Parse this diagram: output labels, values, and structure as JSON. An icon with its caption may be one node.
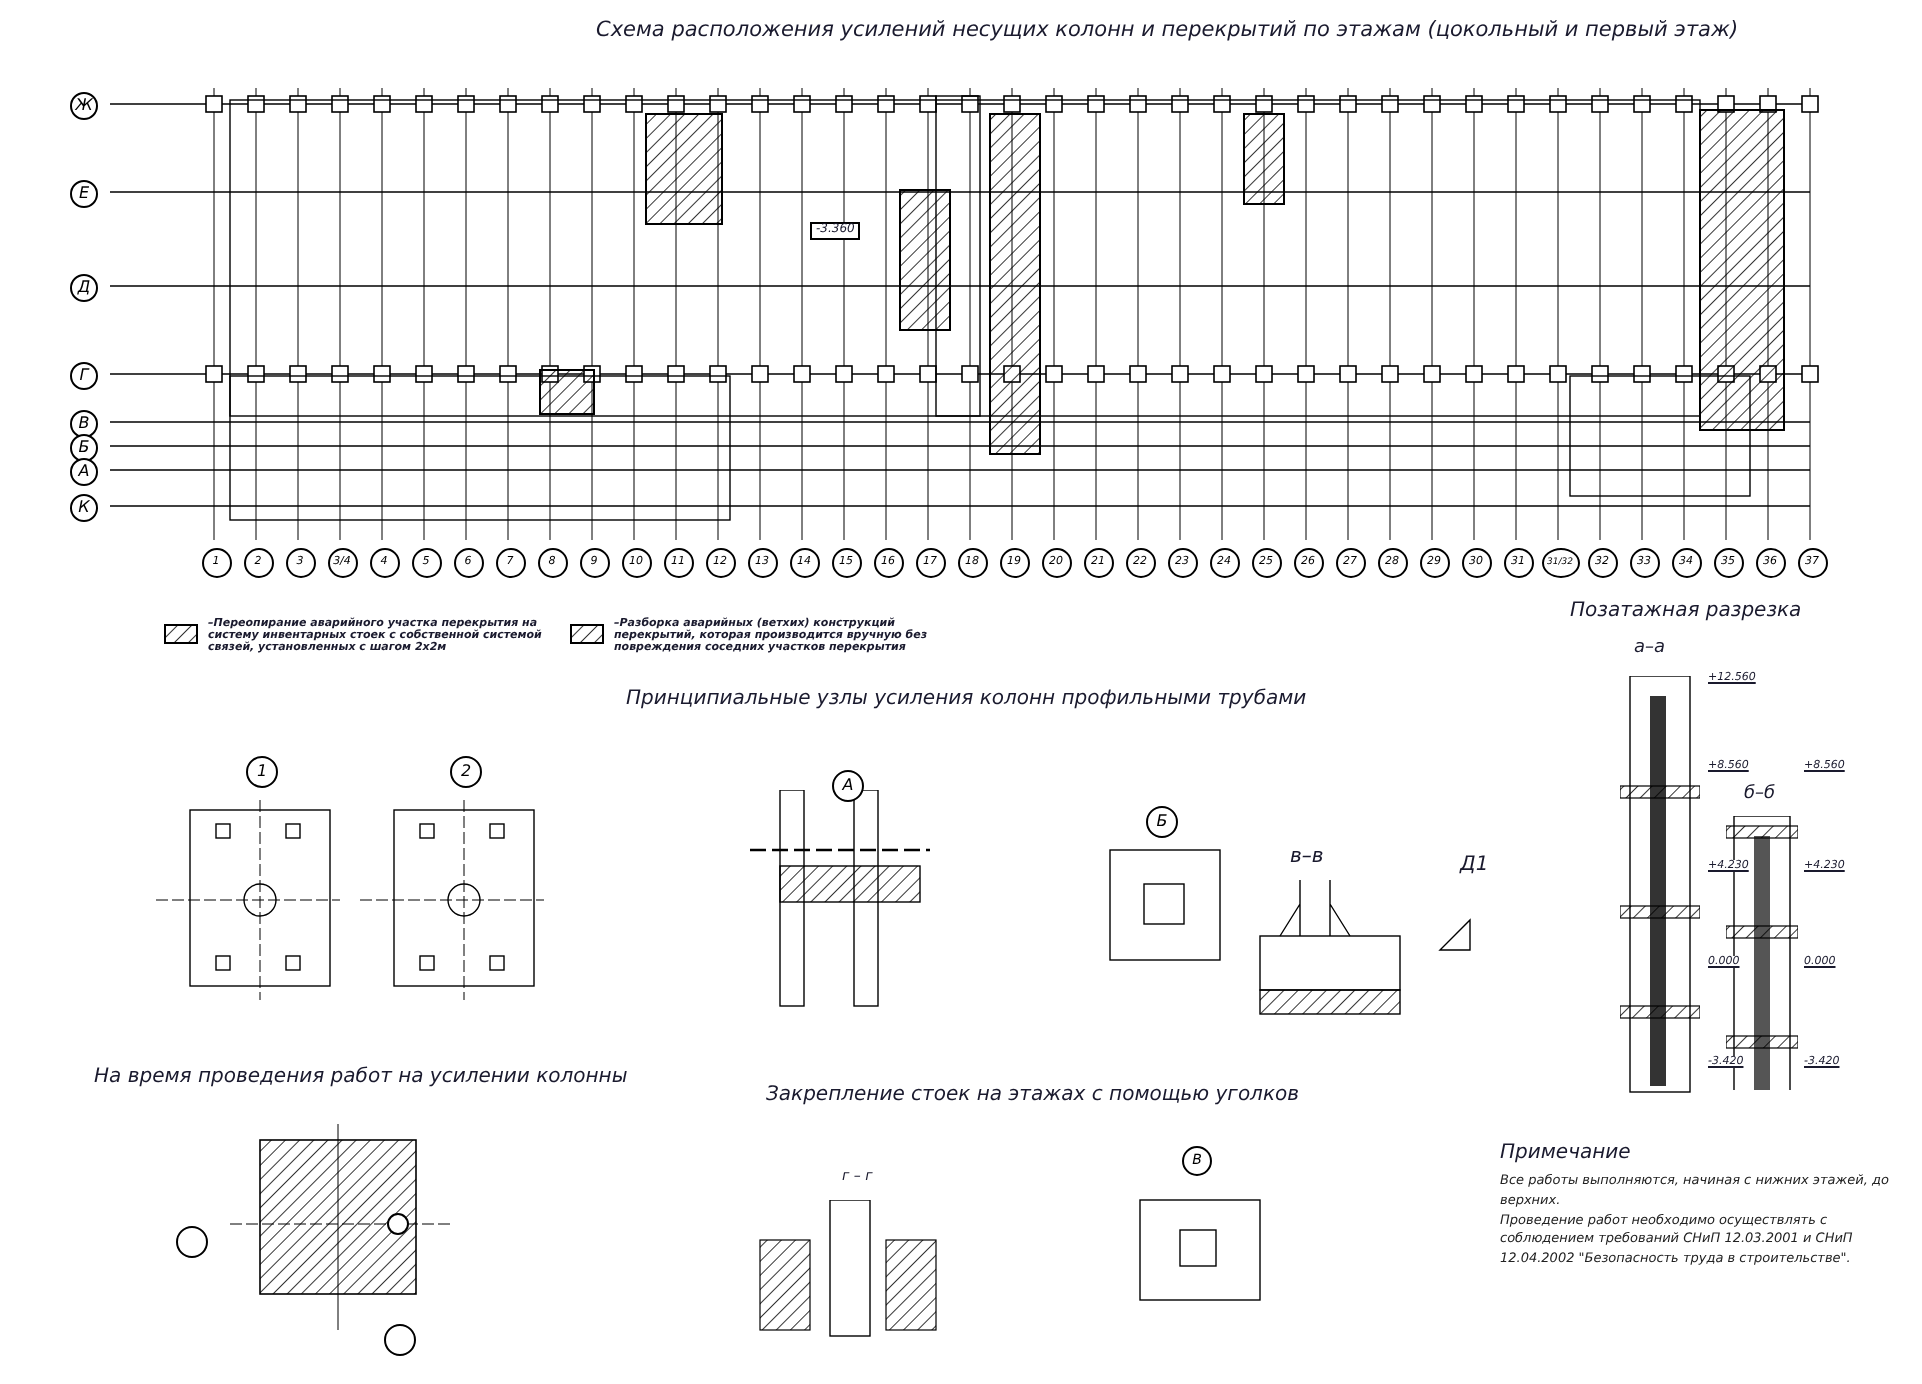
{
  "diagram": {
    "title": "Схема расположения усилений несущих колонн и перекрытий по этажам (цокольный и первый этаж)",
    "labels": [
      "Ж",
      "Е",
      "Д",
      "Г",
      "В",
      "Б",
      "А",
      "К",
      "1",
      "2",
      "3",
      "3/4",
      "4",
      "5",
      "6",
      "7",
      "8",
      "9",
      "10",
      "11",
      "12",
      "13",
      "14",
      "15",
      "16",
      "17",
      "18",
      "19",
      "20",
      "21",
      "22",
      "23",
      "24",
      "25",
      "26",
      "27",
      "28",
      "29",
      "30",
      "31",
      "31/32",
      "32",
      "33",
      "34",
      "35",
      "36",
      "37",
      "-3.360",
      "Принципиальные узлы усиления колонн профильными трубами",
      "1",
      "2",
      "А",
      "Б",
      "в–в",
      "Д1",
      "Позатажная разрезка",
      "а–а",
      "б–б",
      "+12.560",
      "+8.560",
      "+8.560",
      "+4.230",
      "+4.230",
      "0.000",
      "0.000",
      "-3.420",
      "-3.420",
      "На время проведения работ на усилении колонны",
      "Закрепление стоек на этажах с помощью уголков",
      "г – г",
      "В",
      "Примечание",
      "Все работы выполняются, начиная с нижних этажей, до верхних.",
      "Проведение работ необходимо осуществлять с соблюдением требований СНиП 12.03.2001 и СНиП 12.04.2002 \"Безопасность труда в строительстве\"."
    ],
    "legend": [
      {
        "text": "–Переопирание аварийного участка перекрытия на систему инвентарных стоек с собственной системой связей, установленных с шагом 2х2м"
      },
      {
        "text": "–Разборка аварийных (ветхих) конструкций перекрытий, которая производится вручную без повреждения соседних участков перекрытия"
      }
    ]
  }
}
